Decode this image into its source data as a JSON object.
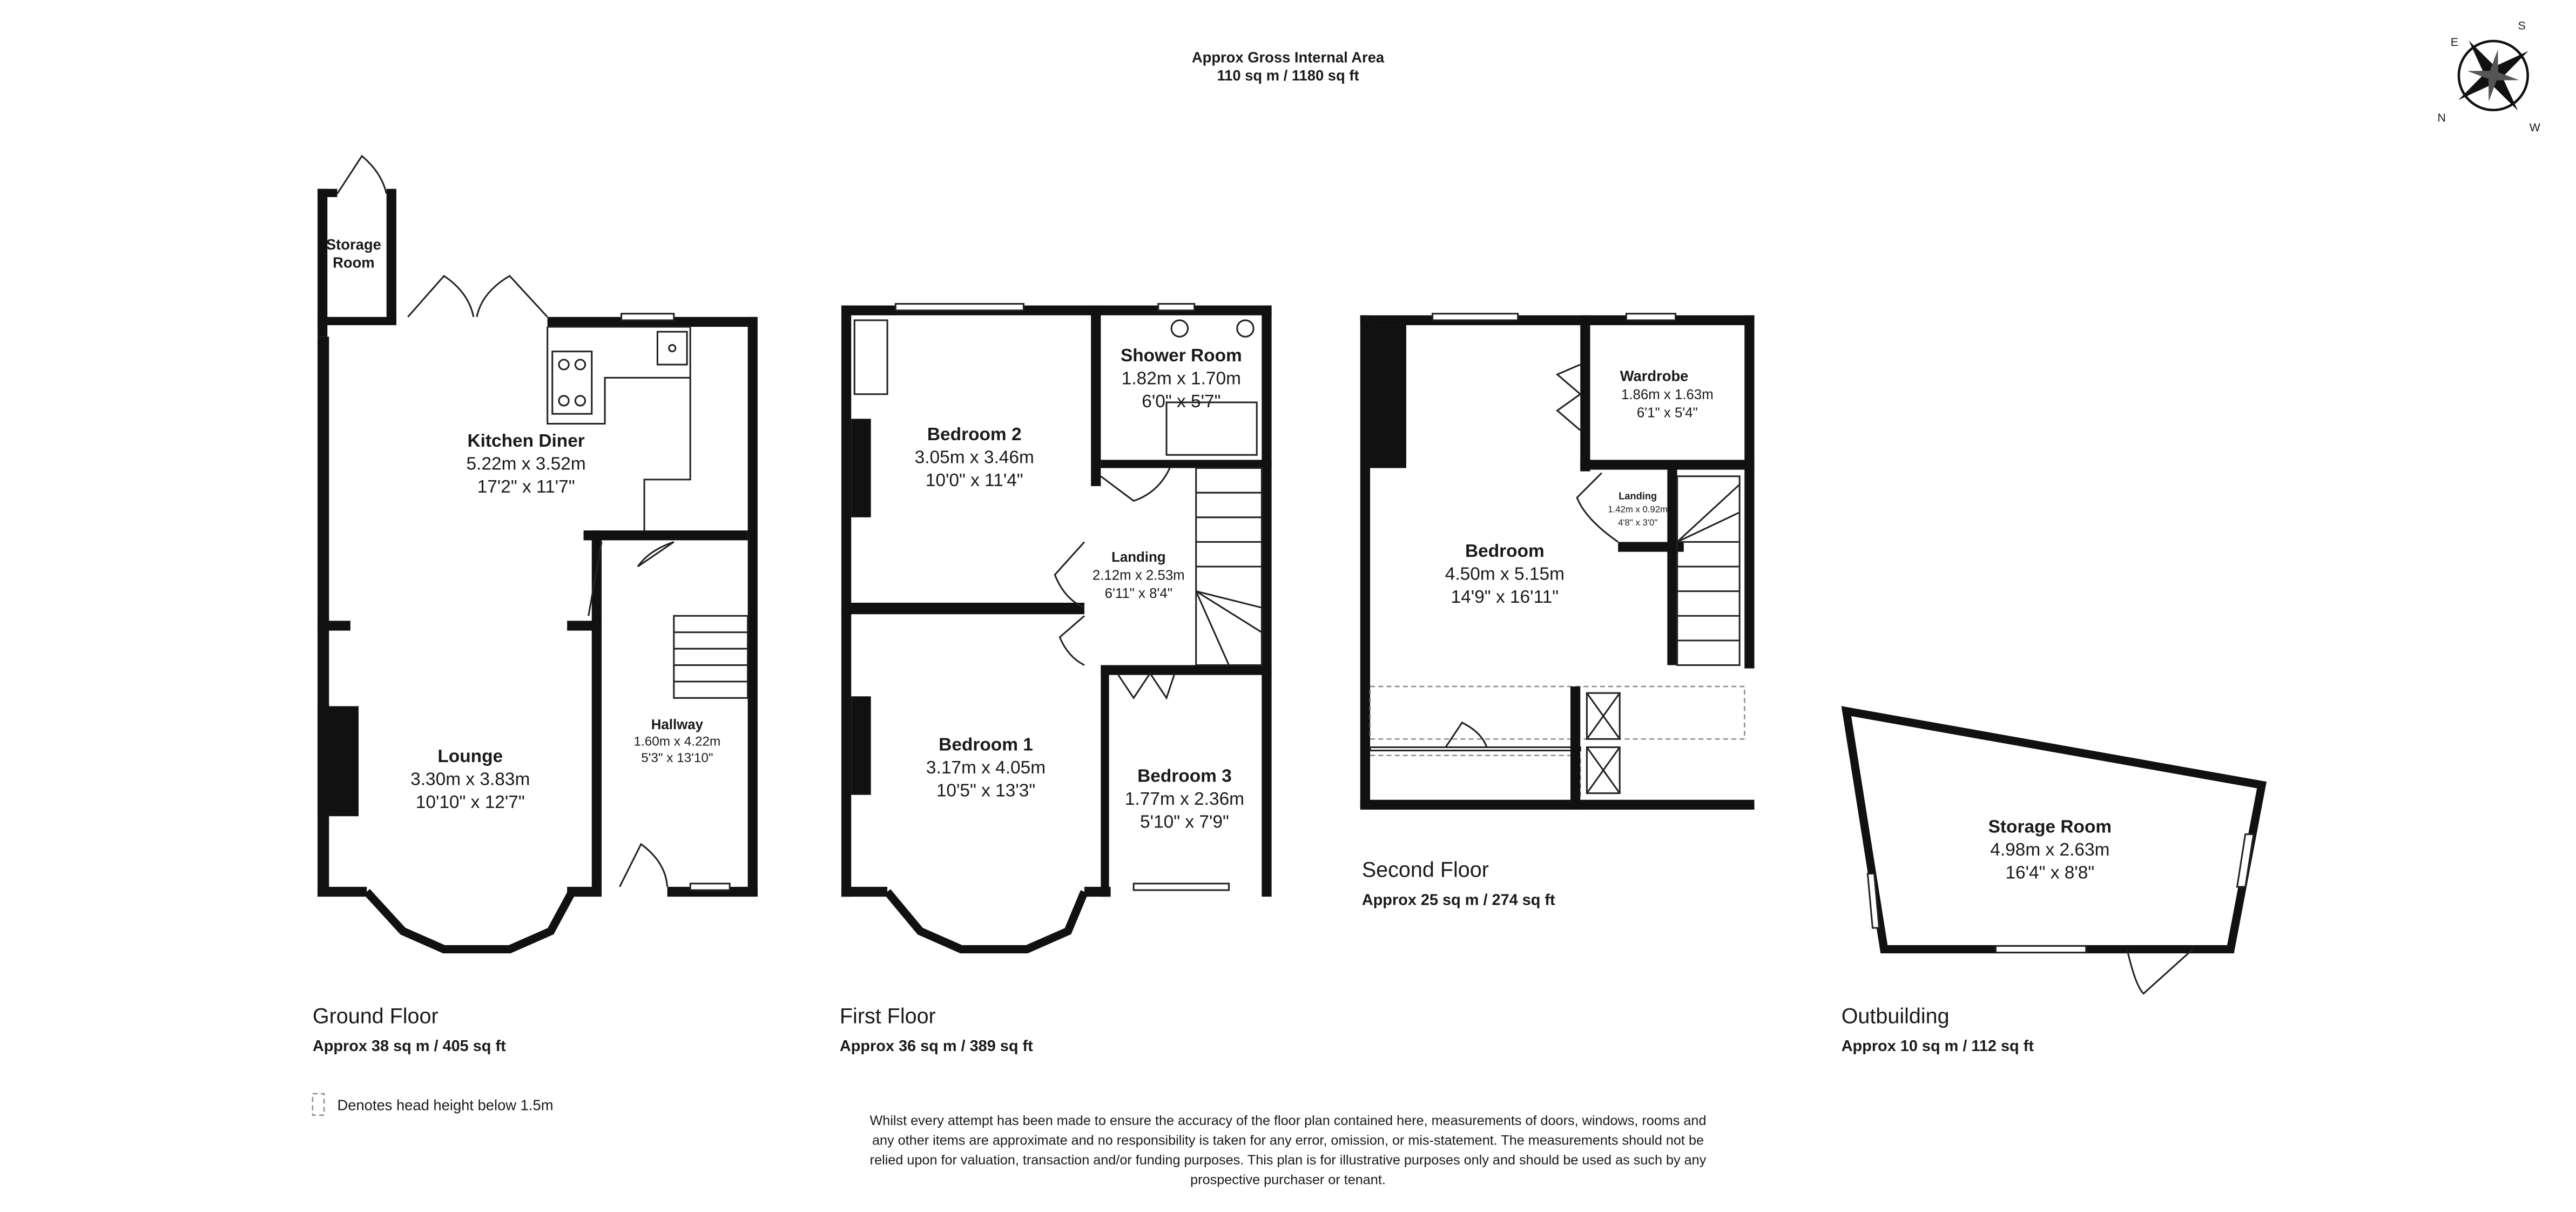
{
  "header": {
    "title": "Approx Gross Internal Area",
    "area": "110 sq m / 1180 sq ft"
  },
  "compass": {
    "icon": "compass-rose-icon",
    "letters": [
      "N",
      "E",
      "S",
      "W"
    ]
  },
  "floors": {
    "ground": {
      "name": "Ground Floor",
      "area": "Approx 38 sq m / 405 sq ft",
      "rooms": [
        {
          "name": "Storage",
          "name2": "Room"
        },
        {
          "name": "Kitchen Diner",
          "metric": "5.22m x 3.52m",
          "imperial": "17'2\" x 11'7\""
        },
        {
          "name": "Lounge",
          "metric": "3.30m x 3.83m",
          "imperial": "10'10\" x 12'7\""
        },
        {
          "name": "Hallway",
          "metric": "1.60m x 4.22m",
          "imperial": "5'3\" x 13'10\""
        }
      ]
    },
    "first": {
      "name": "First Floor",
      "area": "Approx 36 sq m / 389 sq ft",
      "rooms": [
        {
          "name": "Bedroom 2",
          "metric": "3.05m x 3.46m",
          "imperial": "10'0\" x 11'4\""
        },
        {
          "name": "Shower Room",
          "metric": "1.82m x 1.70m",
          "imperial": "6'0\" x 5'7\""
        },
        {
          "name": "Landing",
          "metric": "2.12m x 2.53m",
          "imperial": "6'11\" x 8'4\""
        },
        {
          "name": "Bedroom 1",
          "metric": "3.17m x 4.05m",
          "imperial": "10'5\" x 13'3\""
        },
        {
          "name": "Bedroom 3",
          "metric": "1.77m x 2.36m",
          "imperial": "5'10\" x 7'9\""
        }
      ]
    },
    "second": {
      "name": "Second Floor",
      "area": "Approx 25 sq m / 274 sq ft",
      "rooms": [
        {
          "name": "Wardrobe",
          "metric": "1.86m x 1.63m",
          "imperial": "6'1\" x 5'4\""
        },
        {
          "name": "Landing",
          "metric": "1.42m x 0.92m",
          "imperial": "4'8\" x 3'0\""
        },
        {
          "name": "Bedroom",
          "metric": "4.50m x 5.15m",
          "imperial": "14'9\" x 16'11\""
        }
      ]
    },
    "outbuilding": {
      "name": "Outbuilding",
      "area": "Approx 10 sq m / 112 sq ft",
      "rooms": [
        {
          "name": "Storage Room",
          "metric": "4.98m x 2.63m",
          "imperial": "16'4\" x 8'8\""
        }
      ]
    }
  },
  "legend": {
    "label": "Denotes head height below 1.5m"
  },
  "disclaimer": [
    "Whilst every attempt has been made to ensure the accuracy of the floor plan contained here, measurements of doors, windows, rooms and",
    "any other items are approximate and no responsibility is taken for any error, omission, or mis-statement. The measurements should not be",
    "relied upon for valuation, transaction and/or funding purposes. This plan is for illustrative purposes only and should be used as such by any",
    "prospective purchaser or tenant."
  ]
}
